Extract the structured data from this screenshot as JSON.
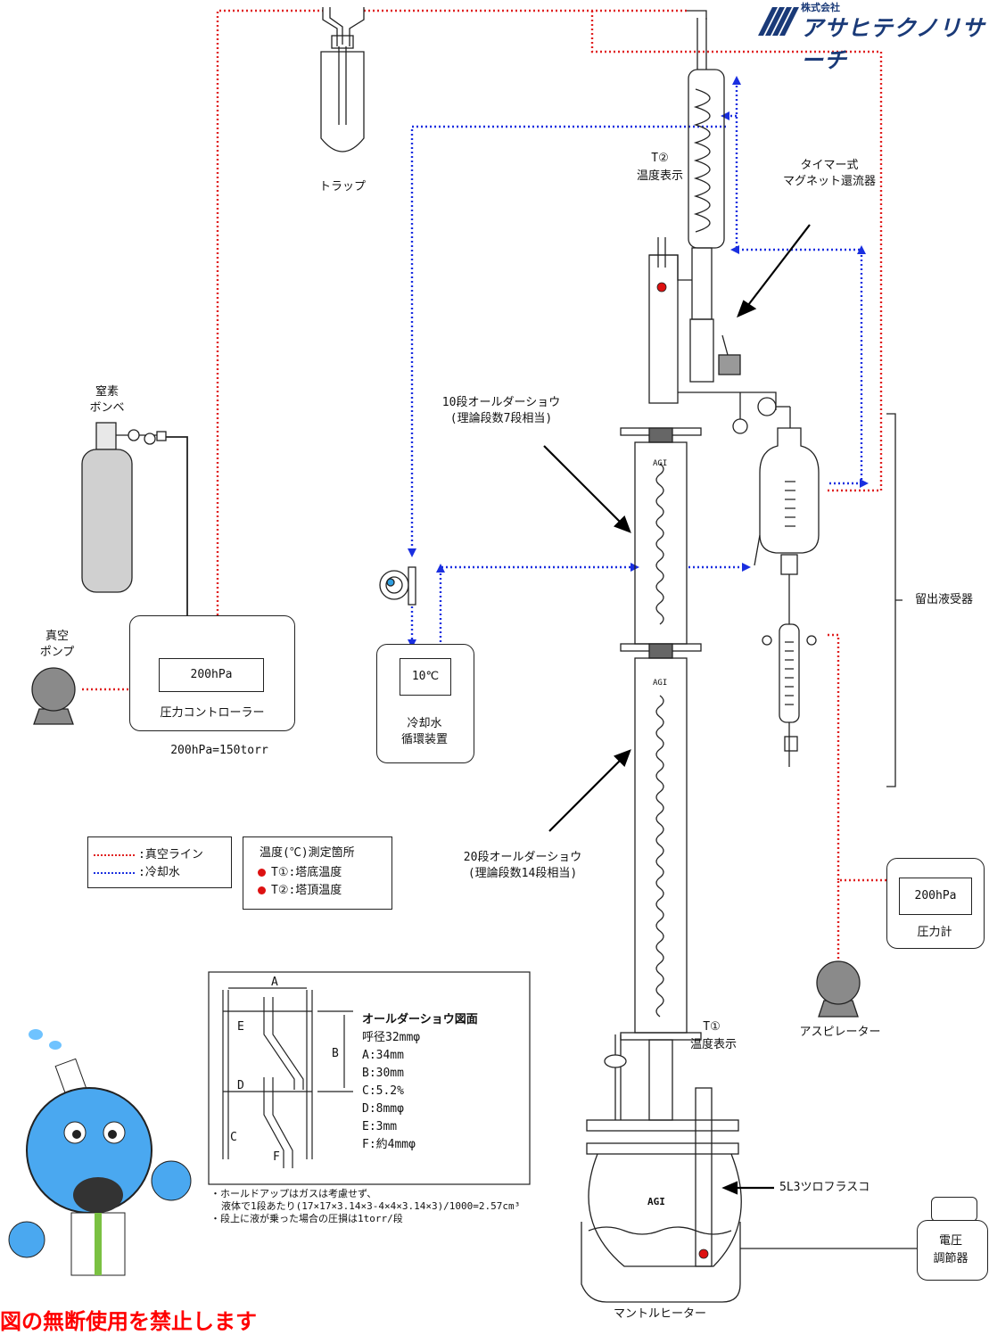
{
  "logo": {
    "company_small": "株式会社",
    "company_name": "アサヒテクノリサーチ"
  },
  "labels": {
    "trap": "トラップ",
    "t2": "T②",
    "t2_display": "温度表示",
    "timer_reflux_1": "タイマー式",
    "timer_reflux_2": "マグネット還流器",
    "nitrogen_1": "窒素",
    "nitrogen_2": "ボンベ",
    "oldershaw10_1": "10段オールダーショウ",
    "oldershaw10_2": "(理論段数7段相当)",
    "distillate_receiver": "留出液受器",
    "vacuum_pump_1": "真空",
    "vacuum_pump_2": "ポンプ",
    "pressure_controller_value": "200hPa",
    "pressure_controller": "圧力コントローラー",
    "conversion": "200hPa=150torr",
    "chiller_value": "10℃",
    "chiller_1": "冷却水",
    "chiller_2": "循環装置",
    "oldershaw20_1": "20段オールダーショウ",
    "oldershaw20_2": "(理論段数14段相当)",
    "gauge_value": "200hPa",
    "gauge": "圧力計",
    "aspirator": "アスピレーター",
    "t1": "T①",
    "t1_display": "温度表示",
    "flask": "5L3ツロフラスコ",
    "voltage_1": "電圧",
    "voltage_2": "調節器",
    "mantle": "マントルヒーター",
    "agi": "AGI"
  },
  "legend_lines": {
    "vacuum": ":真空ライン",
    "cooling": ":冷却水"
  },
  "legend_temp": {
    "title": "温度(℃)測定箇所",
    "t1": "T①:塔底温度",
    "t2": "T②:塔頂温度"
  },
  "drawing": {
    "title": "オールダーショウ図面",
    "spec": "呼径32mmφ",
    "a": "A:34mm",
    "b": "B:30mm",
    "c": "C:5.2%",
    "d": "D:8mmφ",
    "e": "E:3mm",
    "f": "F:約4mmφ",
    "dim_a": "A",
    "dim_b": "B",
    "dim_c": "C",
    "dim_d": "D",
    "dim_e": "E",
    "dim_f": "F"
  },
  "notes": {
    "n1": "・ホールドアップはガスは考慮せず、",
    "n2": "液体で1段あたり(17×17×3.14×3-4×4×3.14×3)/1000=2.57cm³",
    "n3": "・段上に液が乗った場合の圧損は1torr/段"
  },
  "warning": "図の無断使用を禁止します",
  "colors": {
    "vacuum_line": "#e02020",
    "cooling_line": "#1a2fe0",
    "logo": "#1a3a78",
    "warning": "#ff0000",
    "sensor": "#d11"
  },
  "icons": [
    "pump-icon",
    "cylinder-icon",
    "flow-indicator-icon",
    "mascot-icon",
    "logo-stripes-icon"
  ]
}
